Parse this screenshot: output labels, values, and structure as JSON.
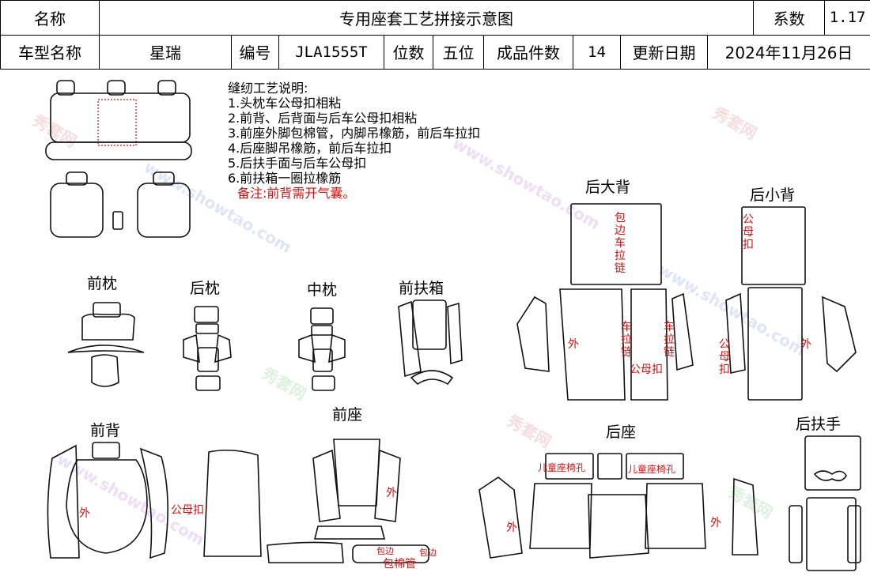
{
  "header": {
    "row1": {
      "label_name": "名称",
      "title": "专用座套工艺拼接示意图",
      "label_coef": "系数",
      "coef": "1.17"
    },
    "row2": {
      "label_model": "车型名称",
      "model": "星瑞",
      "label_code": "编号",
      "code": "JLA1555T",
      "label_seats": "位数",
      "seats": "五位",
      "label_pieces": "成品件数",
      "pieces": "14",
      "label_date": "更新日期",
      "date": "2024年11月26日"
    }
  },
  "notes": {
    "title": "缝纫工艺说明:",
    "items": [
      "1.头枕车公母扣相粘",
      "2.前背、后背面与后车公母扣相粘",
      "3.前座外脚包棉管，内脚吊橡筋，前后车拉扣",
      "4.后座脚吊橡筋，前后车拉扣",
      "5.后扶手面与后车公母扣",
      "6.前扶箱一圈拉橡筋"
    ],
    "remark": "备注:前背需开气囊。"
  },
  "sections": {
    "front_headrest": "前枕",
    "rear_headrest": "后枕",
    "middle_headrest": "中枕",
    "front_armbox": "前扶箱",
    "rear_big_back": "后大背",
    "rear_small_back": "后小背",
    "front_back": "前背",
    "front_seat": "前座",
    "rear_seat": "后座",
    "rear_armrest": "后扶手"
  },
  "annotations": {
    "wrap_zipper": "包边车拉链",
    "snap_v1": "公母扣",
    "outer": "外",
    "zipper_v": "车拉链",
    "snap_h": "公母扣",
    "snap_front_back": "公母扣",
    "wrap_small": "包边",
    "cotton_tube": "包棉管",
    "child_seat": "儿童座椅孔"
  },
  "watermark": {
    "cn": "秀套网",
    "en": "www.showtao.com"
  },
  "colors": {
    "annotation": "#d41010",
    "line": "#111111"
  }
}
